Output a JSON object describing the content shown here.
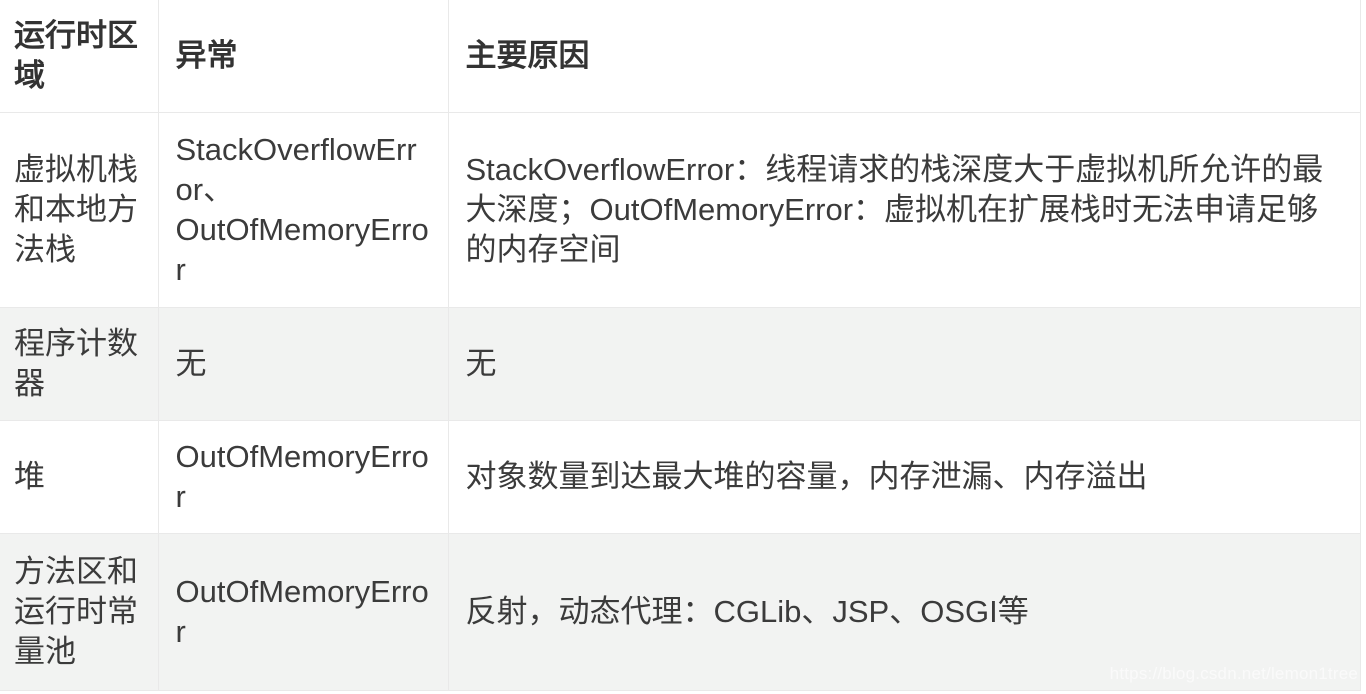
{
  "colors": {
    "border": "#e9e9e9",
    "stripe": "#f2f3f2",
    "text": "#3b3b3b",
    "header_text": "#333333",
    "watermark": "#fafafa",
    "page_bg": "#ffffff"
  },
  "table": {
    "headers": {
      "area": "运行时区域",
      "exception": "异常",
      "cause": "主要原因"
    },
    "rows": [
      {
        "area": "虚拟机栈和本地方法栈",
        "exception": "StackOverflowError、OutOfMemoryError",
        "cause": "StackOverflowError：线程请求的栈深度大于虚拟机所允许的最大深度；OutOfMemoryError：虚拟机在扩展栈时无法申请足够的内存空间"
      },
      {
        "area": "程序计数器",
        "exception": "无",
        "cause": "无"
      },
      {
        "area": "堆",
        "exception": "OutOfMemoryError",
        "cause": "对象数量到达最大堆的容量，内存泄漏、内存溢出"
      },
      {
        "area": "方法区和运行时常量池",
        "exception": "OutOfMemoryError",
        "cause": "反射，动态代理：CGLib、JSP、OSGI等"
      }
    ]
  },
  "watermark": "https://blog.csdn.net/lemon1tree"
}
